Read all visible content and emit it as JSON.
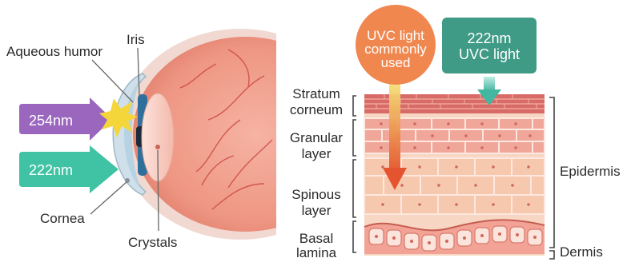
{
  "eye": {
    "labels": {
      "iris": "Iris",
      "aqueous_humor": "Aqueous humor",
      "cornea": "Cornea",
      "crystals": "Crystals"
    },
    "arrows": [
      {
        "label": "254nm",
        "color": "#9b66bd"
      },
      {
        "label": "222nm",
        "color": "#3fc3a4"
      }
    ],
    "flash_color": "#f5d63a"
  },
  "skin": {
    "sources": [
      {
        "lines": [
          "UVC light",
          "commonly",
          "used"
        ],
        "color": "#f0874f",
        "beam_color": "#e4552f"
      },
      {
        "lines": [
          "222nm",
          "UVC light"
        ],
        "color": "#3f9a86",
        "beam_color": "#6ccdbd"
      }
    ],
    "layers_left": [
      {
        "lines": [
          "Stratum",
          "corneum"
        ]
      },
      {
        "lines": [
          "Granular",
          "layer"
        ]
      },
      {
        "lines": [
          "Spinous",
          "layer"
        ]
      },
      {
        "lines": [
          "Basal",
          "lamina"
        ]
      }
    ],
    "layers_right": {
      "epidermis": "Epidermis",
      "dermis": "Dermis"
    }
  }
}
